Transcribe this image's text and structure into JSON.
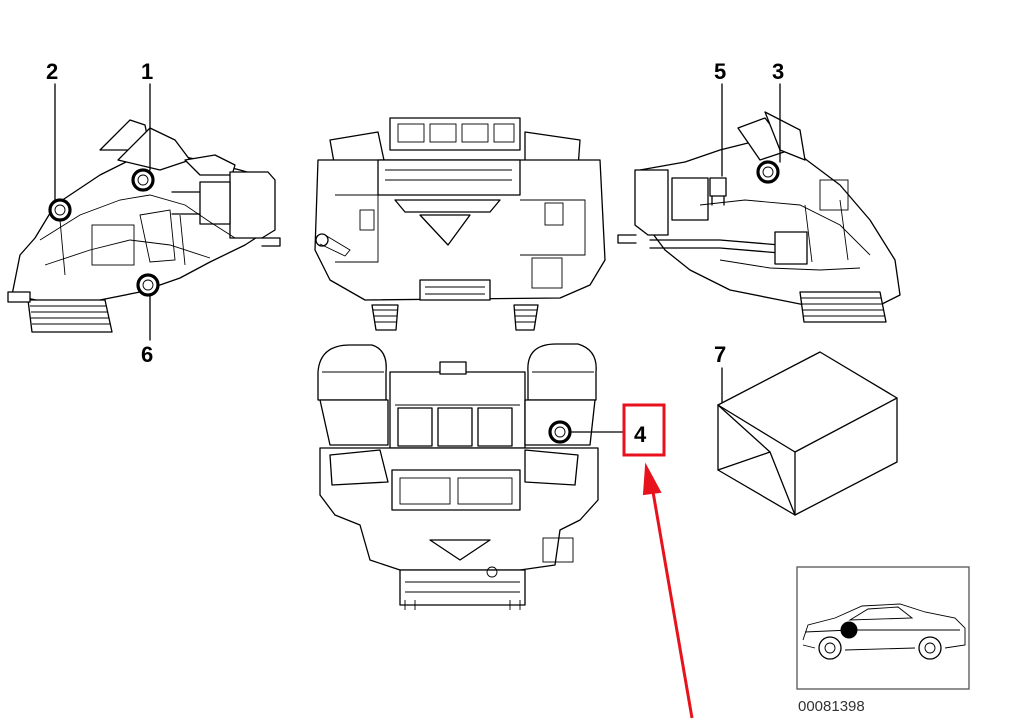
{
  "callouts": {
    "c1": "1",
    "c2": "2",
    "c3": "3",
    "c4": "4",
    "c5": "5",
    "c6": "6",
    "c7": "7"
  },
  "diagram_code": "00081398",
  "colors": {
    "highlight": "#e8121c",
    "line": "#000000",
    "background": "#ffffff"
  },
  "icons": [
    "car-location-icon",
    "red-arrow-icon",
    "highlight-box-icon"
  ]
}
